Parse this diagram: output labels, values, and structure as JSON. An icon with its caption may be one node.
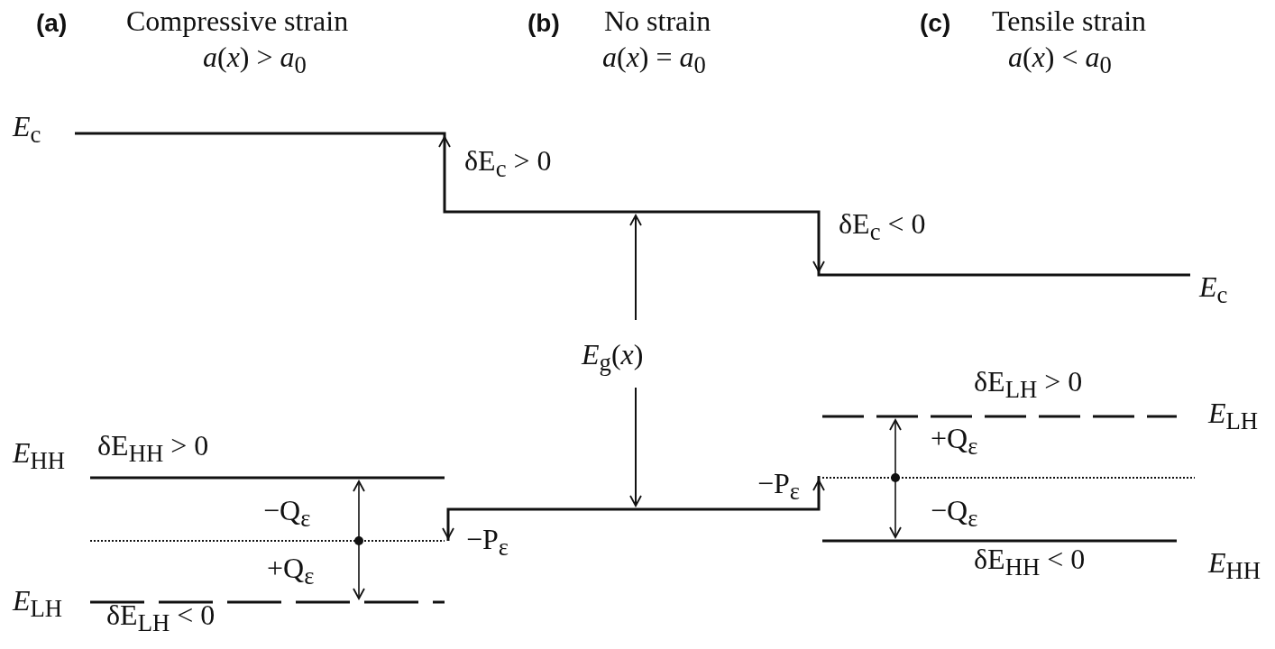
{
  "diagram": {
    "labels": [
      "(a)",
      "Compressive strain",
      "*a*(*x*) > *a*$_{0}$",
      "(b)",
      "No strain",
      "*a*(*x*) = *a*$_{0}$",
      "(c)",
      "Tensile strain",
      "*a*(*x*) < *a*$_{0}$",
      "*E*$_{c}$",
      "δE$_{c}$ > 0",
      "δE$_{c}$ < 0",
      "*E*$_{c}$",
      "*E*$_{g}$(*x*)",
      "δE$_{LH}$ > 0",
      "*E*$_{LH}$",
      "+Q$_{ε}$",
      "*E*$_{HH}$",
      "δE$_{HH}$ > 0",
      "−Q$_{ε}$",
      "−P$_{ε}$",
      "−Q$_{ε}$",
      "−P$_{ε}$",
      "+Q$_{ε}$",
      "δE$_{HH}$ < 0",
      "*E*$_{HH}$",
      "*E*$_{LH}$",
      "δE$_{LH}$ < 0"
    ]
  }
}
